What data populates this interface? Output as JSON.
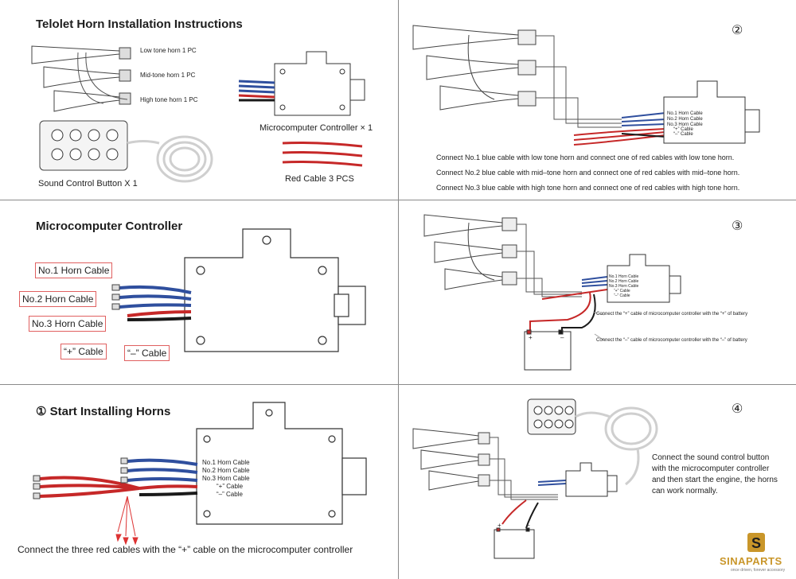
{
  "panel_install": {
    "title": "Telolet Horn Installation Instructions",
    "low_horn": "Low tone horn 1 PC",
    "mid_horn": "Mid-tone horn 1 PC",
    "high_horn": "High tone horn 1 PC",
    "controller": "Microcomputer Controller × 1",
    "button": "Sound Control Button  X 1",
    "red_cable": "Red Cable 3 PCS"
  },
  "panel_controller": {
    "title": "Microcomputer Controller",
    "labels": [
      "No.1 Horn Cable",
      "No.2 Horn Cable",
      "No.3 Horn Cable",
      "“+” Cable",
      "“–” Cable"
    ]
  },
  "panel_step1": {
    "title": "① Start Installing Horns",
    "cable_labels": [
      "No.1 Horn Cable",
      "No.2 Horn Cable",
      "No.3 Horn Cable",
      "“+” Cable",
      "“–” Cable"
    ],
    "caption": "Connect the three red cables with the  “+”  cable on the microcomputer controller"
  },
  "panel_step2": {
    "number": "②",
    "cable_labels": [
      "No.1 Horn Cable",
      "No.2 Horn Cable",
      "No.3 Horn Cable",
      "“+” Cable",
      "“–” Cable"
    ],
    "notes": [
      "Connect No.1 blue cable with low tone horn and connect one of red cables with low tone horn.",
      "Connect No.2 blue cable with mid–tone horn and connect one of red cables with mid–tone horn.",
      "Connect No.3 blue cable with high tone horn and connect one of red cables with high tone horn."
    ]
  },
  "panel_step3": {
    "number": "③",
    "cable_labels": [
      "No.1 Horn Cable",
      "No.2 Horn Cable",
      "No.3 Horn Cable",
      "“+” Cable",
      "“–” Cable"
    ],
    "battery_plus": "+",
    "battery_minus": "–",
    "note_plus": "Connect the  “+”  cable of microcomputer controller with the  “+”  of battery",
    "note_minus": "Connect the  “–”  cable of microcomputer controller with the  “–”  of battery"
  },
  "panel_step4": {
    "number": "④",
    "battery_plus": "+",
    "battery_minus": "–",
    "note": [
      "Connect the sound control button",
      "with the microcomputer controller",
      "and then start the engine, the horns",
      "can work normally."
    ]
  },
  "logo": {
    "name": "SINAPARTS",
    "tagline": "once driven, forever accessory"
  },
  "colors": {
    "blue_cable": "#2f4f9e",
    "red_cable": "#c62828",
    "black_cable": "#1a1a1a",
    "label_border": "#e06060",
    "logo_gold": "#c9962a"
  }
}
